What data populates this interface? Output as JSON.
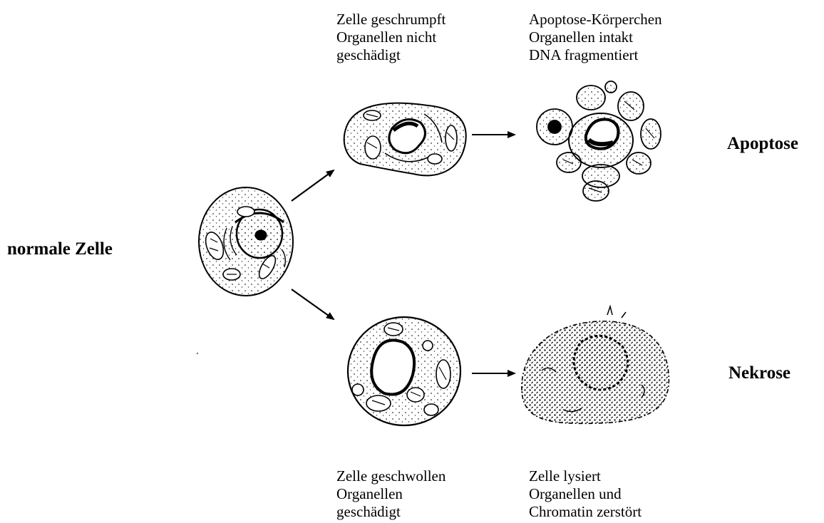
{
  "labels": {
    "normal_cell": "normale Zelle",
    "apoptosis": "Apoptose",
    "necrosis": "Nekrose"
  },
  "captions": {
    "apoptosis_stage1": "Zelle geschrumpft\nOrganellen nicht\ngeschädigt",
    "apoptosis_stage2": "Apoptose-Körperchen\nOrganellen intakt\nDNA fragmentiert",
    "necrosis_stage1": "Zelle geschwollen\nOrganellen\ngeschädigt",
    "necrosis_stage2": "Zelle lysiert\nOrganellen und\nChromatin zerstört"
  },
  "colors": {
    "ink": "#000000",
    "background": "#ffffff"
  }
}
